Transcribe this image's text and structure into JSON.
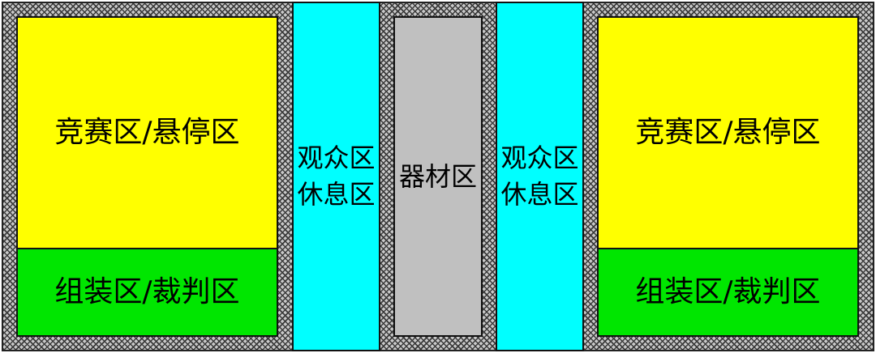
{
  "colors": {
    "competition": "#ffff00",
    "assembly": "#00e600",
    "audience": "#00ffff",
    "equipment": "#c0c0c0",
    "border_hatch": "#3a3a3a"
  },
  "zones": {
    "left_competition": "竞赛区/悬停区",
    "left_assembly": "组装区/裁判区",
    "audience_left": "观众区\n休息区",
    "equipment": "器材区",
    "audience_right": "观众区\n休息区",
    "right_competition": "竞赛区/悬停区",
    "right_assembly": "组装区/裁判区"
  }
}
